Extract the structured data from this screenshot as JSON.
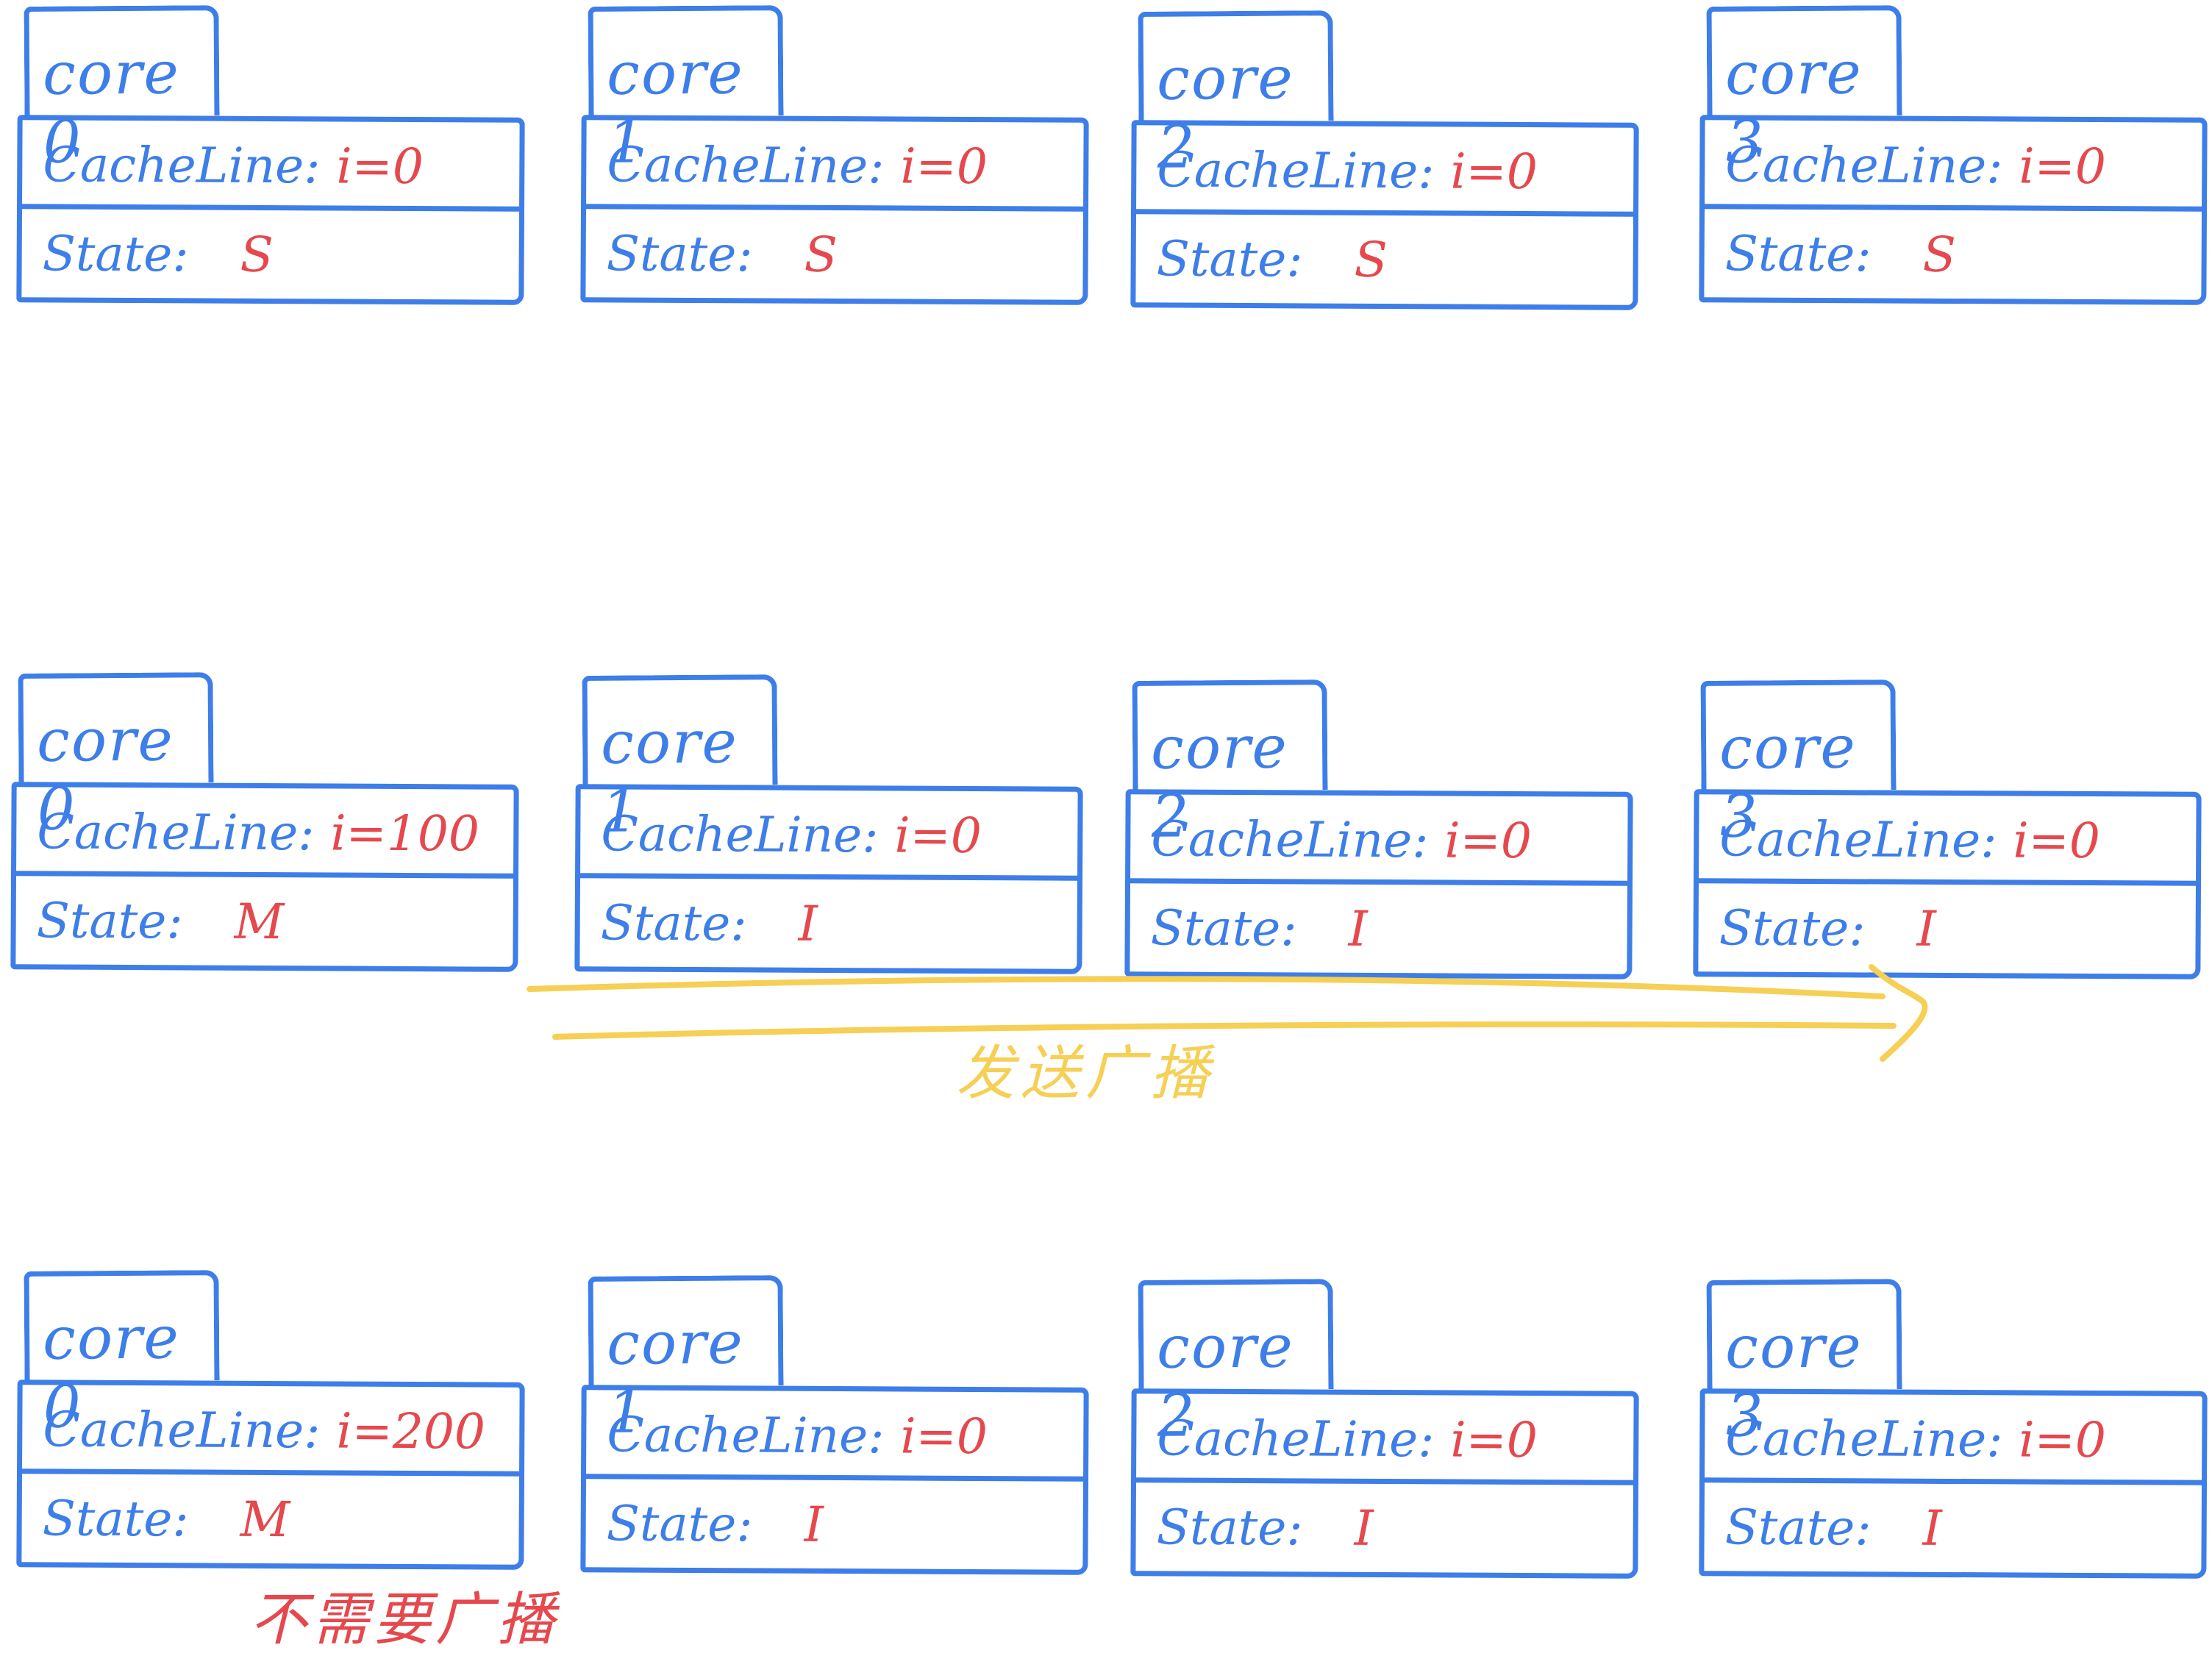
{
  "title": "MESI cache coherence: write broadcast",
  "colors": {
    "stroke": "#3d7ee8",
    "value": "#e5484d",
    "broadcast": "#f6cf55"
  },
  "field_labels": {
    "cacheline": "CacheLine:",
    "state": "State:"
  },
  "rows": [
    {
      "cores": [
        {
          "name": "core 0",
          "value": "i=0",
          "state": "S"
        },
        {
          "name": "core 1",
          "value": "i=0",
          "state": "S"
        },
        {
          "name": "core 2",
          "value": "i=0",
          "state": "S"
        },
        {
          "name": "core 3",
          "value": "i=0",
          "state": "S"
        }
      ]
    },
    {
      "cores": [
        {
          "name": "core 0",
          "value": "i=100",
          "state": "M"
        },
        {
          "name": "core 1",
          "value": "i=0",
          "state": "I"
        },
        {
          "name": "core 2",
          "value": "i=0",
          "state": "I"
        },
        {
          "name": "core 3",
          "value": "i=0",
          "state": "I"
        }
      ],
      "annotation": "发送广播"
    },
    {
      "cores": [
        {
          "name": "core 0",
          "value": "i=200",
          "state": "M"
        },
        {
          "name": "core 1",
          "value": "i=0",
          "state": "I"
        },
        {
          "name": "core 2",
          "value": "i=0",
          "state": "I"
        },
        {
          "name": "core 3",
          "value": "i=0",
          "state": "I"
        }
      ],
      "annotation": "不需要广播"
    }
  ]
}
